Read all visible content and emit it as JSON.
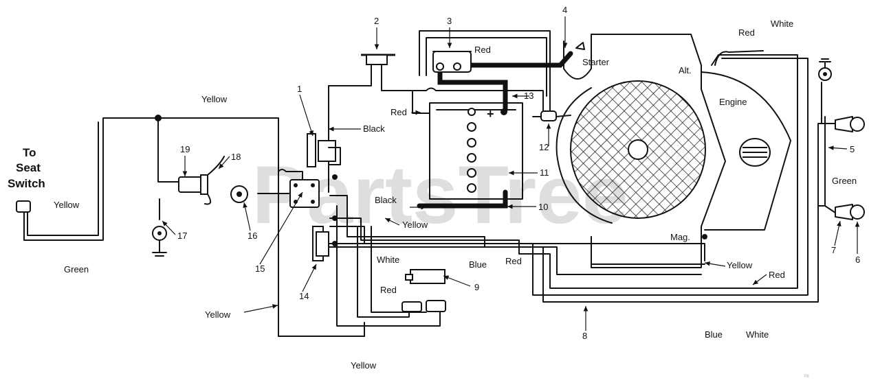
{
  "watermark": "PartsTree",
  "seat_switch_label": [
    "To",
    "Seat",
    "Switch"
  ],
  "callouts": [
    "1",
    "2",
    "3",
    "4",
    "5",
    "6",
    "7",
    "8",
    "9",
    "10",
    "11",
    "12",
    "13",
    "14",
    "15",
    "16",
    "17",
    "18",
    "19"
  ],
  "wire_labels": {
    "yellow": "Yellow",
    "green": "Green",
    "red": "Red",
    "black": "Black",
    "white": "White",
    "blue": "Blue"
  },
  "engine_labels": {
    "starter": "Starter",
    "alt": "Alt.",
    "engine": "Engine",
    "mag": "Mag."
  },
  "battery_plus": "+",
  "corner_mark": "⁰²"
}
